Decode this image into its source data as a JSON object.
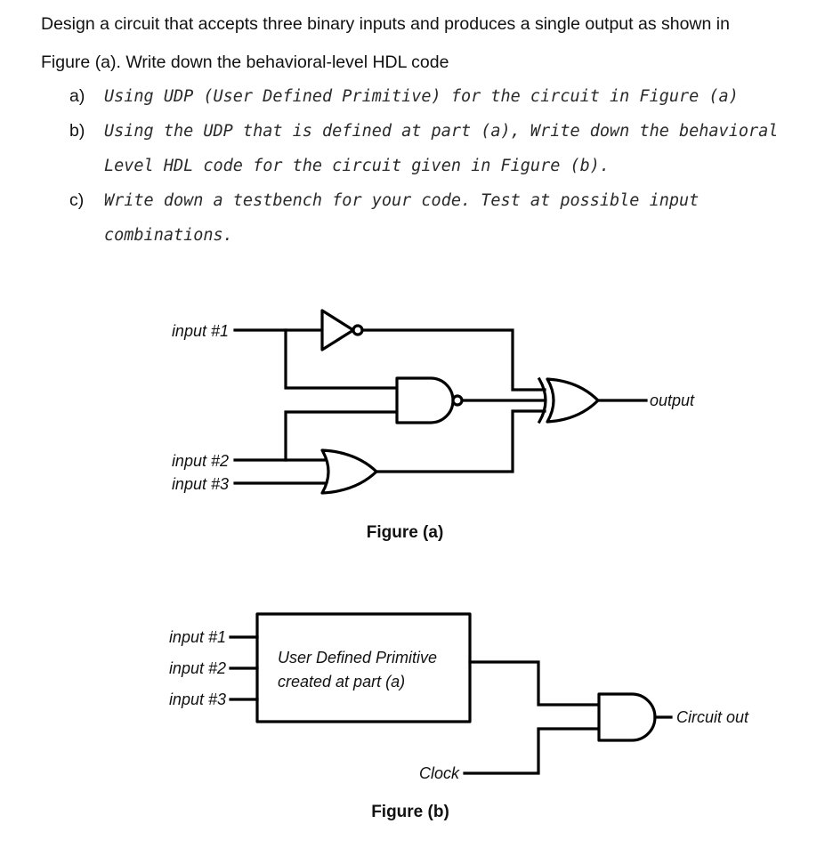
{
  "problem": {
    "intro_line1": "Design a circuit that accepts three binary inputs and produces a single output as shown in",
    "intro_line2": "Figure (a). Write down the behavioral-level HDL code",
    "items": [
      {
        "marker": "a)",
        "lines": [
          "Using UDP (User Defined Primitive) for the circuit in Figure (a)"
        ]
      },
      {
        "marker": "b)",
        "lines": [
          "Using the UDP that is defined at part (a), Write down the behavioral",
          "Level HDL code for the circuit given in Figure (b)."
        ]
      },
      {
        "marker": "c)",
        "lines": [
          "Write down a testbench for your code. Test at possible input",
          "combinations."
        ]
      }
    ]
  },
  "figure_a": {
    "caption": "Figure (a)",
    "input1": "input #1",
    "input2": "input #2",
    "input3": "input #3",
    "output": "output",
    "gates": [
      "not-gate",
      "nand-gate",
      "or-gate",
      "xor-gate"
    ]
  },
  "figure_b": {
    "caption": "Figure (b)",
    "input1": "input #1",
    "input2": "input #2",
    "input3": "input #3",
    "udp_line1": "User Defined Primitive",
    "udp_line2": "created at part (a)",
    "clock": "Clock",
    "output": "Circuit out",
    "gates": [
      "and-gate"
    ]
  }
}
